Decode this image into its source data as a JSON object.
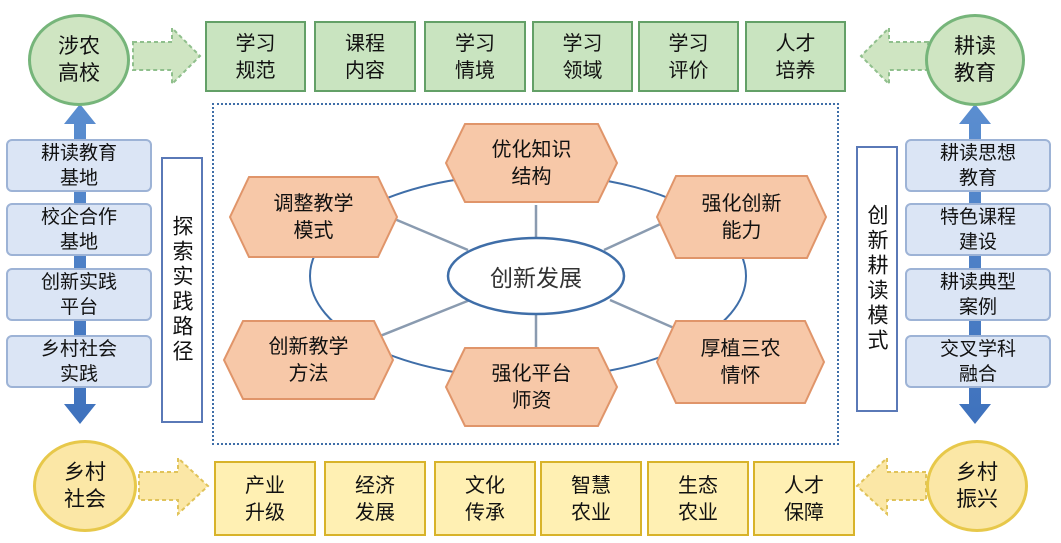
{
  "corners": {
    "top_left": "涉农\n高校",
    "top_right": "耕读\n教育",
    "bottom_left": "乡村\n社会",
    "bottom_right": "乡村\n振兴"
  },
  "top_boxes": [
    "学习\n规范",
    "课程\n内容",
    "学习\n情境",
    "学习\n领域",
    "学习\n评价",
    "人才\n培养"
  ],
  "bottom_boxes": [
    "产业\n升级",
    "经济\n发展",
    "文化\n传承",
    "智慧\n农业",
    "生态\n农业",
    "人才\n保障"
  ],
  "left_boxes": [
    "耕读教育\n基地",
    "校企合作\n基地",
    "创新实践\n平台",
    "乡村社会\n实践"
  ],
  "right_boxes": [
    "耕读思想\n教育",
    "特色课程\n建设",
    "耕读典型\n案例",
    "交叉学科\n融合"
  ],
  "left_label": "探索实践路径",
  "right_label": "创新耕读模式",
  "center": {
    "title": "创新发展",
    "hexagons": [
      "优化知识\n结构",
      "强化创新\n能力",
      "厚植三农\n情怀",
      "强化平台\n师资",
      "创新教学\n方法",
      "调整教学\n模式"
    ]
  },
  "colors": {
    "green_fill": "#cfe5c2",
    "yellow_fill": "#fbe7a6",
    "blue_fill": "#dbe5f5",
    "hex_fill": "#f7c8a8",
    "accent_blue": "#3f6ea8"
  }
}
